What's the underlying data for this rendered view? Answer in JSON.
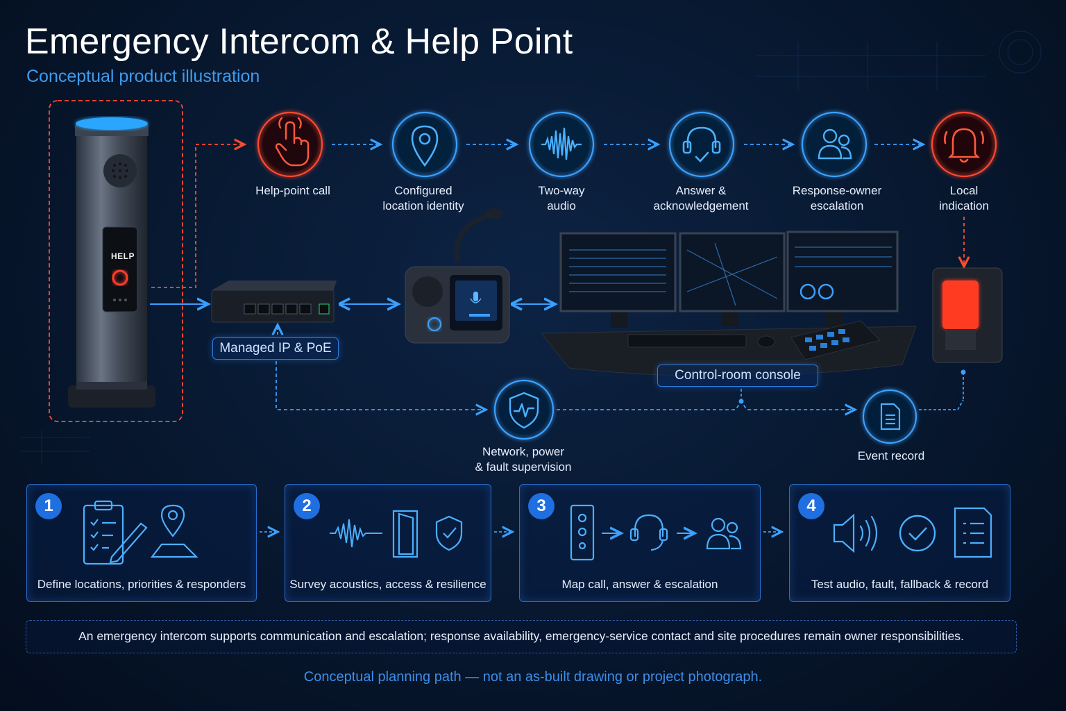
{
  "header": {
    "title": "Emergency Intercom & Help Point",
    "subtitle": "Conceptual product illustration"
  },
  "flow_steps": [
    {
      "label": "Help-point call",
      "icon": "hand-pointer-icon",
      "color": "#ff4a32"
    },
    {
      "label": "Configured\nlocation identity",
      "icon": "location-pin-icon",
      "color": "#3aa0ff"
    },
    {
      "label": "Two-way\naudio",
      "icon": "audio-wave-icon",
      "color": "#3aa0ff"
    },
    {
      "label": "Answer &\nacknowledgement",
      "icon": "headset-icon",
      "color": "#3aa0ff"
    },
    {
      "label": "Response-owner\nescalation",
      "icon": "users-icon",
      "color": "#3aa0ff"
    },
    {
      "label": "Local\nindication",
      "icon": "bell-icon",
      "color": "#ff4a32"
    }
  ],
  "devices": {
    "help_point_button": "HELP",
    "switch_label": "Managed IP & PoE",
    "console_label": "Control-room console",
    "supervision_label": "Network, power\n& fault supervision",
    "event_label": "Event record"
  },
  "phases": [
    {
      "num": "1",
      "label": "Define locations, priorities & responders"
    },
    {
      "num": "2",
      "label": "Survey acoustics, access & resilience"
    },
    {
      "num": "3",
      "label": "Map call, answer & escalation"
    },
    {
      "num": "4",
      "label": "Test audio, fault, fallback & record"
    }
  ],
  "note": "An emergency intercom supports communication and escalation; response availability, emergency-service contact and site procedures remain owner responsibilities.",
  "footer": "Conceptual planning path — not an as-built drawing or project photograph.",
  "colors": {
    "accent": "#3aa0ff",
    "alert": "#ff4a32",
    "background": "#081a33"
  }
}
